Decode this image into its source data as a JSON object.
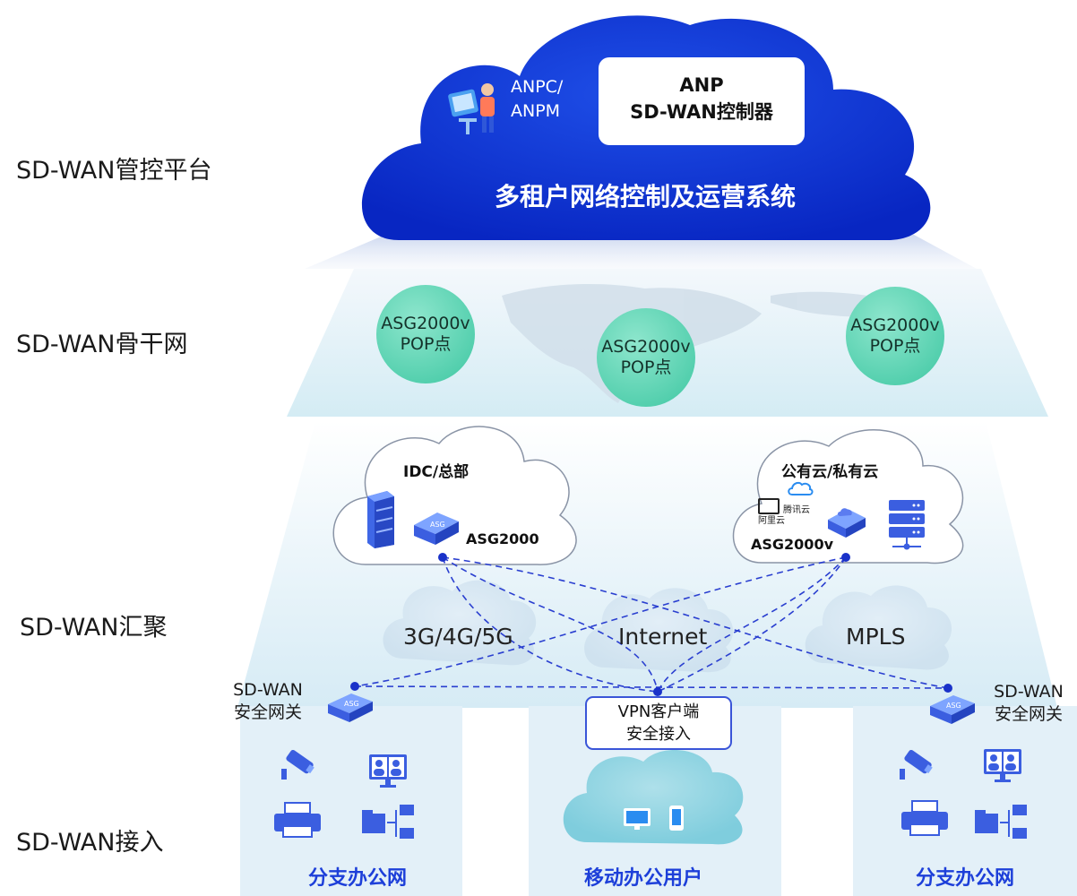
{
  "layers": {
    "platform": "SD-WAN管控平台",
    "backbone": "SD-WAN骨干网",
    "aggregation": "SD-WAN汇聚",
    "access": "SD-WAN接入"
  },
  "platform_cloud": {
    "anpc": "ANPC/",
    "anpm": "ANPM",
    "controller_line1": "ANP",
    "controller_line2": "SD-WAN控制器",
    "system": "多租户网络控制及运营系统"
  },
  "pop_nodes": [
    {
      "line1": "ASG2000v",
      "line2": "POP点"
    },
    {
      "line1": "ASG2000v",
      "line2": "POP点"
    },
    {
      "line1": "ASG2000v",
      "line2": "POP点"
    }
  ],
  "idc": {
    "title": "IDC/总部",
    "device": "ASG2000",
    "device_badge": "ASG"
  },
  "cloud_site": {
    "title": "公有云/私有云",
    "device": "ASG2000v",
    "aliyun": "阿里云",
    "tencent": "腾讯云"
  },
  "networks": [
    "3G/4G/5G",
    "Internet",
    "MPLS"
  ],
  "gateways": {
    "left_line1": "SD-WAN",
    "left_line2": "安全网关",
    "right_line1": "SD-WAN",
    "right_line2": "安全网关",
    "badge": "ASG"
  },
  "vpn": {
    "line1": "VPN客户端",
    "line2": "安全接入"
  },
  "access_sites": {
    "left": "分支办公网",
    "middle": "移动办公用户",
    "right": "分支办公网"
  },
  "colors": {
    "cloud_blue": "#0a2fcf",
    "accent_blue": "#1d3fd9",
    "pop_green": "#4dcca8",
    "panel": "#e4f1f9",
    "line": "#2a3fd0"
  }
}
